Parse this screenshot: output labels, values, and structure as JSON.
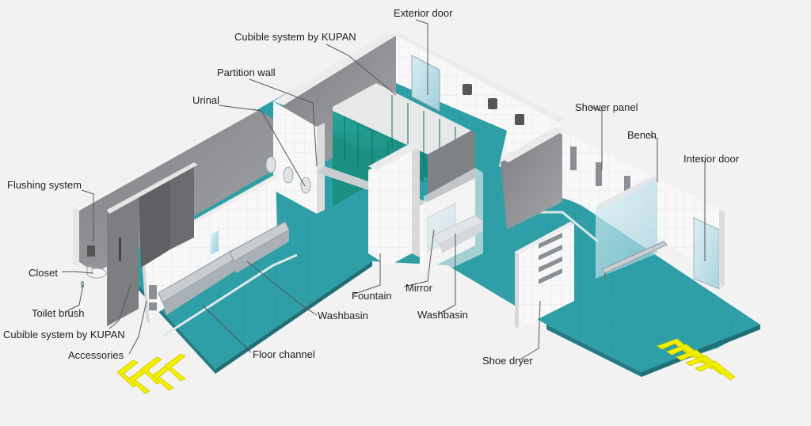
{
  "labels": {
    "exterior_door": "Exterior door",
    "cubicle_system_top": "Cubible system by KUPAN",
    "partition_wall": "Partition wall",
    "urinal": "Urinal",
    "shower_panel": "Shower panel",
    "bench": "Bench",
    "interior_door": "Interior door",
    "flushing_system": "Flushing system",
    "closet": "Closet",
    "toilet_brush": "Toilet brush",
    "cubicle_system_bottom": "Cubible system by KUPAN",
    "accessories": "Accessories",
    "floor_channel": "Floor channel",
    "fountain": "Fountain",
    "washbasin_left": "Washbasin",
    "mirror": "Mirror",
    "washbasin_right": "Washbasin",
    "shoe_dryer": "Shoe dryer"
  },
  "icons": [
    "arrow-chevrons-left-icon",
    "arrow-chevrons-right-icon"
  ],
  "colors": {
    "floor": "#2e9ea6",
    "cubicle_teal": "#1f9a8c",
    "wall_white": "#f7f7f7",
    "wall_gray": "#8f9194",
    "arrow_yellow": "#f2ee00",
    "leader": "#555555"
  }
}
